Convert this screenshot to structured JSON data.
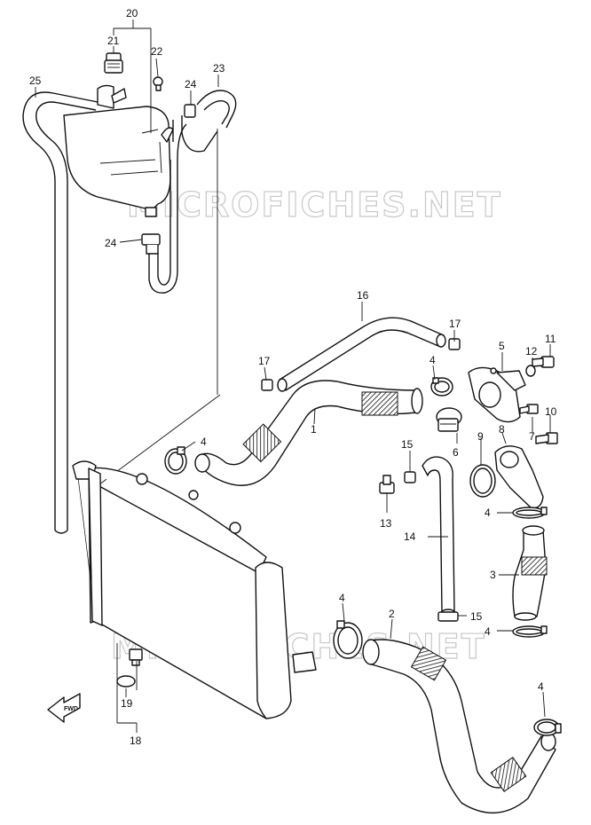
{
  "watermark": {
    "text": "MICROFICHES.NET"
  },
  "fwd_label": "FWD",
  "callouts": {
    "p1": "1",
    "p2": "2",
    "p3": "3",
    "p4a": "4",
    "p4b": "4",
    "p4c": "4",
    "p4d": "4",
    "p4e": "4",
    "p4f": "4",
    "p5": "5",
    "p6": "6",
    "p7": "7",
    "p8": "8",
    "p9": "9",
    "p10": "10",
    "p11": "11",
    "p12": "12",
    "p13": "13",
    "p14": "14",
    "p15a": "15",
    "p15b": "15",
    "p16": "16",
    "p17a": "17",
    "p17b": "17",
    "p18": "18",
    "p19": "19",
    "p20": "20",
    "p21": "21",
    "p22": "22",
    "p23": "23",
    "p24a": "24",
    "p24b": "24",
    "p25": "25"
  },
  "colors": {
    "line": "#111111",
    "watermark": "#c8c8c8",
    "background": "#ffffff"
  }
}
